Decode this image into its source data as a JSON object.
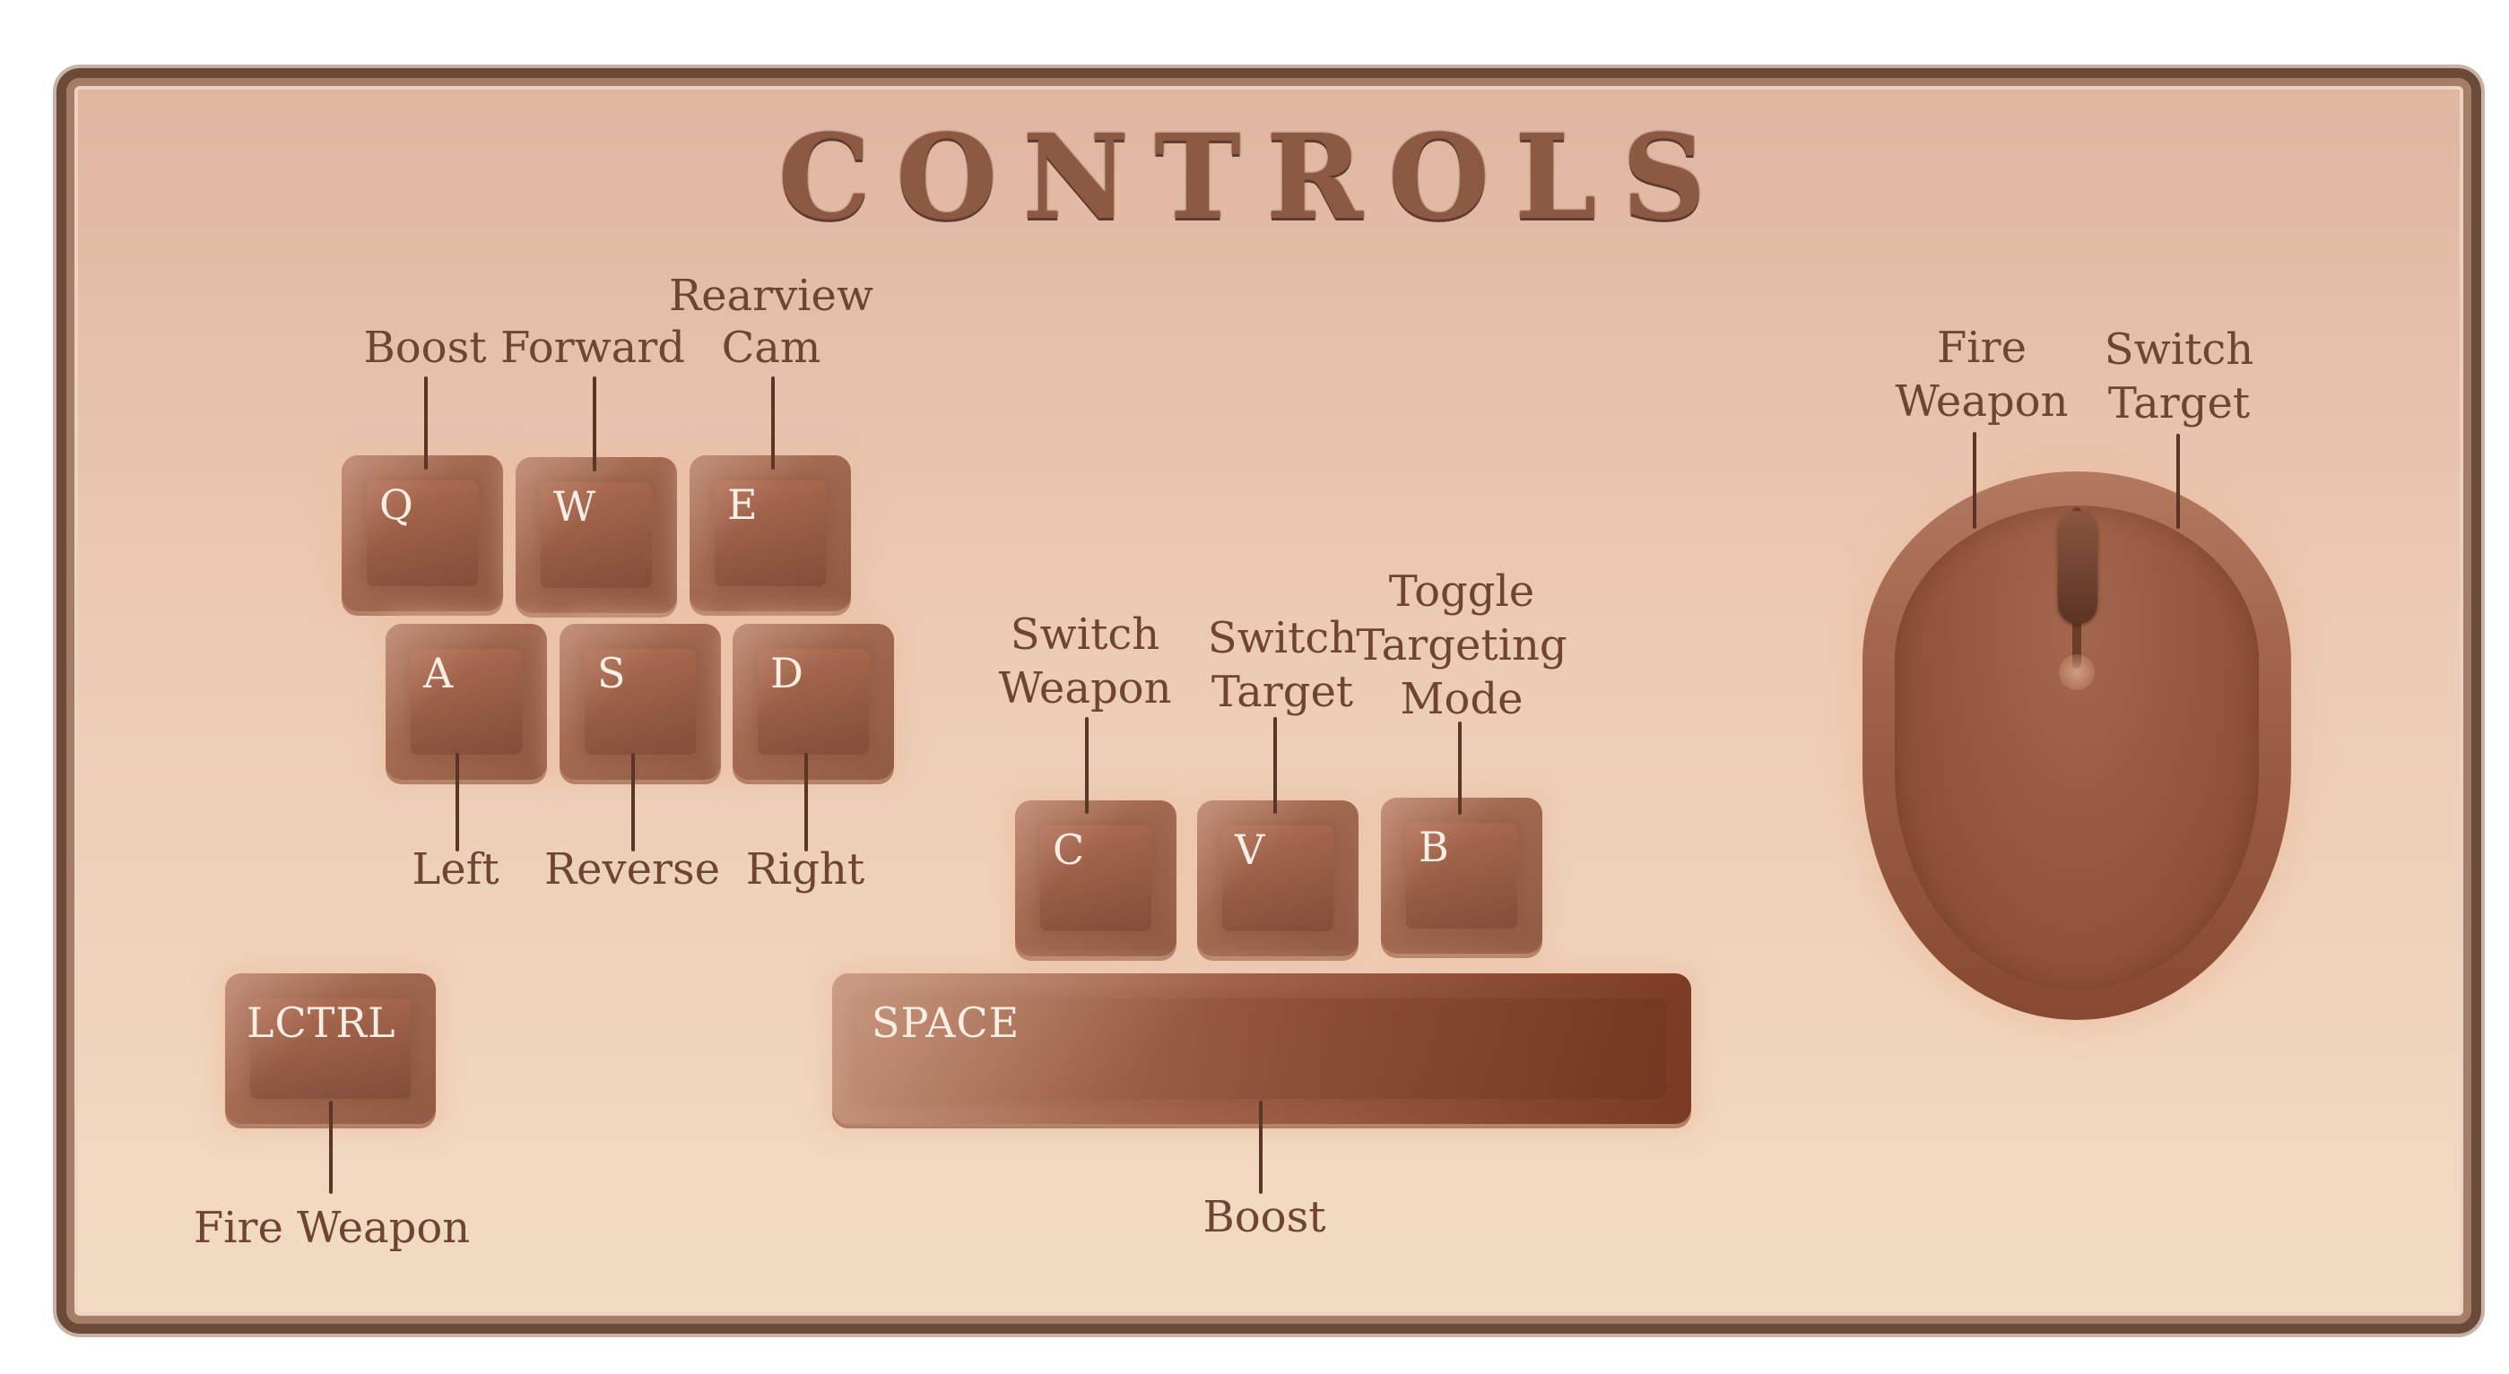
{
  "title": "CONTROLS",
  "keyboard": {
    "keys": {
      "q": "Q",
      "w": "W",
      "e": "E",
      "a": "A",
      "s": "S",
      "d": "D",
      "c": "C",
      "v": "V",
      "b": "B",
      "lctrl": "LCTRL",
      "space": "SPACE"
    },
    "labels": {
      "q": "Boost",
      "w": "Forward",
      "e_line1": "Rearview",
      "e_line2": "Cam",
      "a": "Left",
      "s": "Reverse",
      "d": "Right",
      "c_line1": "Switch",
      "c_line2": "Weapon",
      "v_line1": "Switch",
      "v_line2": "Target",
      "b_line1": "Toggle",
      "b_line2": "Targeting",
      "b_line3": "Mode",
      "lctrl": "Fire Weapon",
      "space": "Boost"
    }
  },
  "mouse": {
    "left_line1": "Fire",
    "left_line2": "Weapon",
    "right_line1": "Switch",
    "right_line2": "Target"
  },
  "colors": {
    "key": "#a46a52",
    "text": "#6e4532",
    "frame": "#6b4a3a",
    "background_top": "#dfb5a0",
    "background_bottom": "#f3dcc3"
  }
}
